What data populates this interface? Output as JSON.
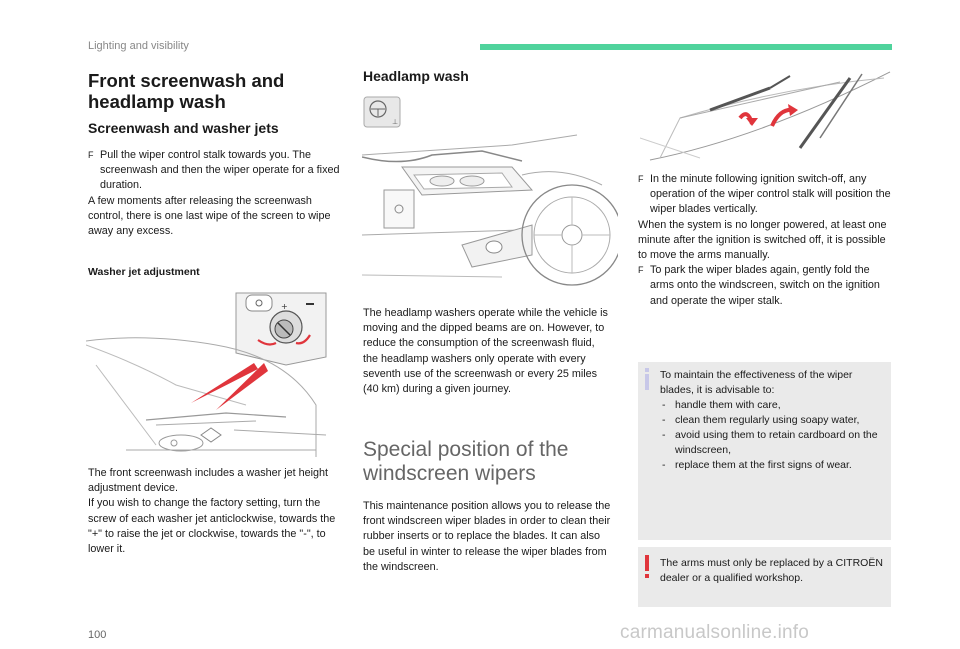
{
  "header": {
    "section": "Lighting and visibility",
    "accent": "#4fd39c"
  },
  "left": {
    "title": "Front screenwash and headlamp wash",
    "subtitle": "Screenwash and washer jets",
    "bullet1": "Pull the wiper control stalk towards you. The screenwash and then the wiper operate for a fixed duration.",
    "para1": "A few moments after releasing the screenwash control, there is one last wipe of the screen to wipe away any excess.",
    "jet_label": "Washer jet adjustment",
    "para2": "The front screenwash includes a washer jet height adjustment device.",
    "para3": "If you wish to change the factory setting, turn the screw of each washer jet anticlockwise, towards the \"+\" to raise the jet or clockwise, towards the \"-\", to lower it."
  },
  "middle": {
    "title": "Headlamp wash",
    "para1": "The headlamp washers operate while the vehicle is moving and the dipped beams are on. However, to reduce the consumption of the screenwash fluid, the headlamp washers only operate with every seventh use of the screenwash or every 25 miles (40 km) during a given journey.",
    "special_title": "Special position of the windscreen wipers",
    "para2": "This maintenance position allows you to release the front windscreen wiper blades in order to clean their rubber inserts or to replace the blades. It can also be useful in winter to release the wiper blades from the windscreen."
  },
  "right": {
    "bullet1": "In the minute following ignition switch-off, any operation of the wiper control stalk will position the wiper blades vertically.",
    "para1": "When the system is no longer powered, at least one minute after the ignition is switched off, it is possible to move the arms manually.",
    "bullet2": "To park the wiper blades again, gently fold the arms onto the windscreen, switch on the ignition and operate the wiper stalk.",
    "info_intro": "To maintain the effectiveness of the wiper blades, it is advisable to:",
    "info_items": [
      "handle them with care,",
      "clean them regularly using soapy water,",
      "avoid using them to retain cardboard on the windscreen,",
      "replace them at the first signs of wear."
    ],
    "warning": "The arms must only be replaced by a CITROËN dealer or a qualified workshop.",
    "info_color": "#c7c7e8",
    "warning_color": "#e0353c"
  },
  "footer": {
    "page": "100",
    "watermark": "carmanualsonline.info"
  }
}
